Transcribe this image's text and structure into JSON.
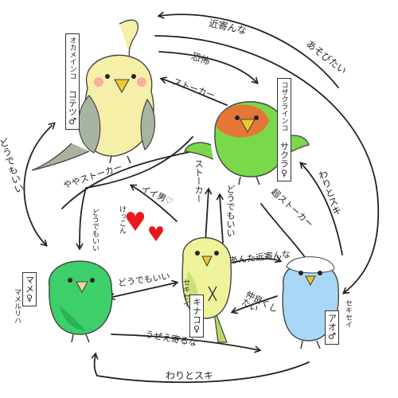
{
  "birds": {
    "kotetsu": {
      "species": "オカメインコ",
      "name": "コテツ♂"
    },
    "sakura": {
      "species": "コザクラインコ",
      "name": "サクラ♀"
    },
    "mame": {
      "species": "マメルリハ",
      "name": "マメ♀"
    },
    "kinako": {
      "species": "セキセイ",
      "name": "キナコ♀"
    },
    "ao": {
      "species": "セキセイ",
      "name": "アオ♂"
    }
  },
  "relations": {
    "chikayoranna_top": "近寄んな",
    "asobitai": "あそびたい",
    "kyoufu": "恐怖",
    "stalker": "ストーカー",
    "doudemoii_left": "どうでもいい",
    "yaya_stalker": "ややストーカー",
    "stalker_vert": "ストーカー",
    "ii_otoko": "イイ男♡",
    "kekkon": "けっこん",
    "doudemoii_inner": "どうでもいい",
    "doudemoii_sakura": "どうでもいい",
    "chou_stalker": "超ストーカー",
    "wari_to_suki_right": "わりとスキ",
    "anta_chikayoranna": "あんた近寄んな",
    "doudemoii_mid": "どうでもいい",
    "nakayoku_shitai": "仲良くしたい",
    "uzee_yoruna": "うぜえ寄るな",
    "wari_to_suki_bottom": "わりとスキ"
  },
  "colors": {
    "cockatiel_body": "#f6efa8",
    "cockatiel_wing": "#a9b4a0",
    "lovebird_body": "#7ad84a",
    "lovebird_face": "#f26a36",
    "parrotlet_body": "#3dcf6a",
    "budgie_yellow": "#eef39a",
    "budgie_blue": "#a9d8f6",
    "beak": "#f2c530",
    "heart": "#e8191e"
  }
}
